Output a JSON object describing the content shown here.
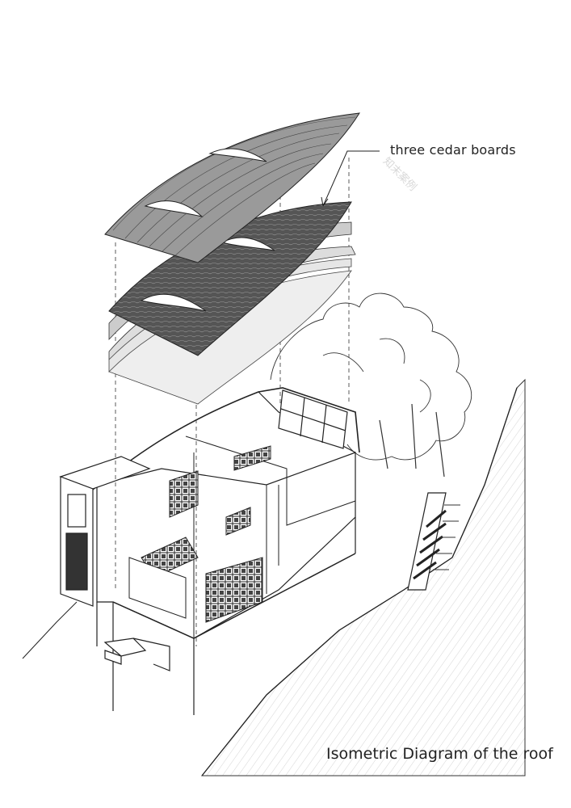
{
  "annotation": {
    "label": "three cedar boards"
  },
  "caption": {
    "text": "Isometric Diagram of the roof"
  },
  "watermark": {
    "text": "知末案例"
  }
}
